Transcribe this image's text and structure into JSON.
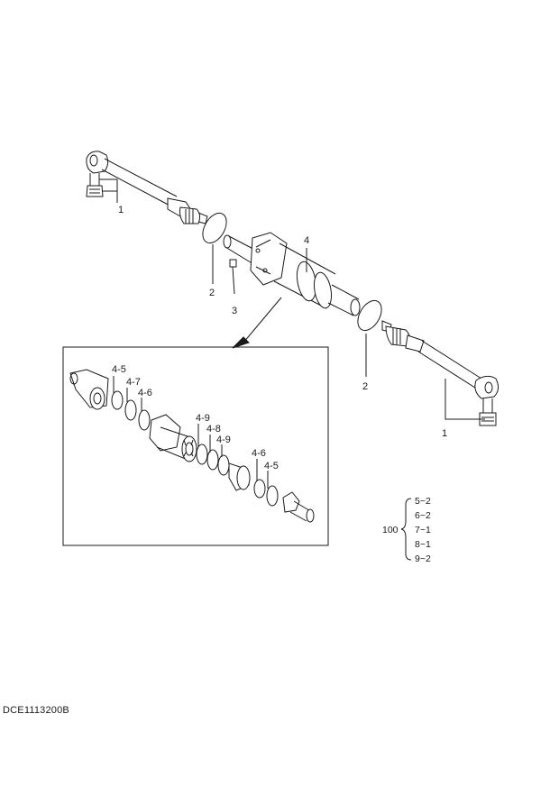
{
  "labels": {
    "tie_rod_left": "1",
    "tie_rod_right": "1",
    "o_ring_left": "2",
    "o_ring_right": "2",
    "bolt": "3",
    "cylinder": "4",
    "detail": [
      "4-5",
      "4-7",
      "4-6",
      "4-9",
      "4-8",
      "4-9",
      "4-6",
      "4-5"
    ]
  },
  "kit": {
    "number": "100",
    "items": [
      "5~2",
      "6~2",
      "7~1",
      "8~1",
      "9~2"
    ]
  },
  "drawing_code": "DCE1113200B"
}
